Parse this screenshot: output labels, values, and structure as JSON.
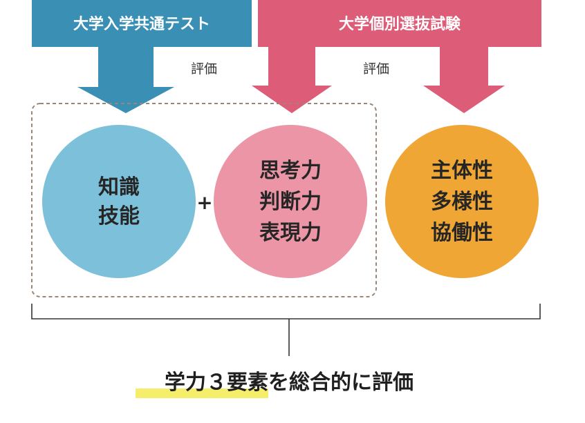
{
  "headers": {
    "common_test": "大学入学共通テスト",
    "individual_exam": "大学個別選抜試験"
  },
  "evaluation_labels": [
    "評価",
    "評価"
  ],
  "circles": [
    {
      "lines": [
        "知識",
        "技能"
      ]
    },
    {
      "lines": [
        "思考力",
        "判断力",
        "表現力"
      ]
    },
    {
      "lines": [
        "主体性",
        "多様性",
        "協働性"
      ]
    }
  ],
  "plus_sign": "+",
  "summary": "学力３要素を総合的に評価",
  "colors": {
    "blue_header": "#3a8fb4",
    "pink_header": "#dd5c77",
    "blue_circle": "#7cc1d9",
    "pink_circle": "#ec95a6",
    "orange_circle": "#f0a634",
    "highlight": "#f5ee6a",
    "dashed_border": "#9b8676",
    "bracket": "#333333"
  }
}
